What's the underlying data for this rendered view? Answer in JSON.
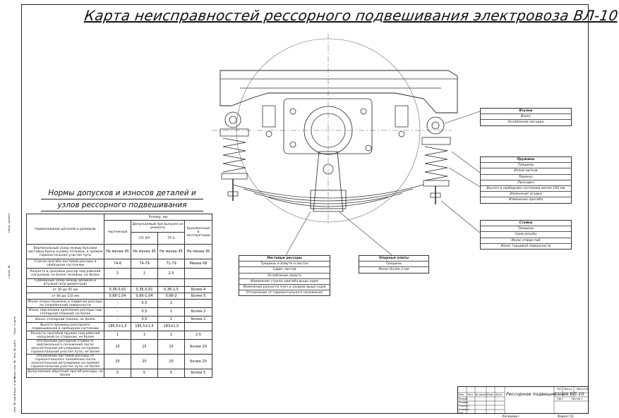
{
  "title": "Карта неисправностей рессорного подвешивания электровоза ВЛ-10",
  "norms_heading": [
    "Нормы допусков и износов деталей и",
    "узлов рессорного подвешивания"
  ],
  "table": {
    "col_name": "Наименование деталей и размеров",
    "col_size": "Размер, мм",
    "col_drawing": "чертежный",
    "col_allowed": "Допускаемый при выпуске из ремонта",
    "col_sr": "СР, КР",
    "col_tr3": "ТР-3",
    "col_rejected": "Браковочный в эксплуатации",
    "rows": [
      [
        "Вертикальный зазор между буксами чистовых буксы и рамы тележки, и прямом горизонтальном участке пути",
        "Не менее 45",
        "Не менее 45",
        "Не менее 45",
        "Не менее 45"
      ],
      [
        "Стрела прогиба листовой рессоры в свободном состоянии",
        "74-6",
        "74-79",
        "71-79",
        "Менее 68"
      ],
      [
        "Разность в прогибах рессор под рабочей нагрузкой, не более тележки, не более",
        "2",
        "2",
        "2,5",
        ""
      ],
      [
        "Суммарный зазор между валиком и втулкой (или диаметров)",
        "",
        "",
        "",
        ""
      ],
      [
        "от 30 до 45 мм",
        "0,36-0,91",
        "0,36-0,91",
        "0,36-1,5",
        "Более 4"
      ],
      [
        "от 46 до 110 мм",
        "0,66-1,04",
        "0,66-1,04",
        "0,66-2",
        "Более 5"
      ],
      [
        "Износ опоры пружины и подвески рессоры по сопряженной поверхности",
        "-",
        "0,5",
        "2",
        "-"
      ],
      [
        "Износ под валика крепления рессоры под стопорной планкой, не более",
        "-",
        "0,5",
        "1",
        "Более 2"
      ],
      [
        "Износ стопорной планки, не более",
        "-",
        "0,5",
        "1",
        "Более 2"
      ],
      [
        "Высота пружины рессорного подвешивания в свободном состоянии",
        "185,5±1,5",
        "185,5±1,5",
        "183±1,5",
        ""
      ],
      [
        "Разность прогибов пружин под рабочей нагрузкой по сторонам, не более",
        "1",
        "1",
        "1",
        "2,5"
      ],
      [
        "Отклонение рессорной стойки от вертикального положения после окончательной регулировки на прямом горизонтальном участке пути, не более",
        "15",
        "15",
        "15",
        "Более 20"
      ],
      [
        "Отклонение листовой рессоры от горизонтального положения после окончательной регулировки на прямом горизонтальном участке пути, не более",
        "20",
        "20",
        "20",
        "Более 20"
      ],
      [
        "Допускаемые обратный прогиб рессоры, не более",
        "5",
        "5",
        "5",
        "Более 5"
      ]
    ]
  },
  "callouts": {
    "bushings": {
      "title": "Втулки",
      "items": [
        "Износ",
        "Ослабление посадки"
      ]
    },
    "springs": {
      "title": "Пружины",
      "items": [
        "Трещины",
        "Излом витков",
        "Перекос",
        "Просадка",
        "Высота в свободном состоянии менее 192 мм",
        "Изменение осадки",
        "Изменение прогиба"
      ]
    },
    "hangers": {
      "title": "Стойки",
      "items": [
        "Трещины",
        "Срыв резьбы",
        "Износ отверстий",
        "Износ торцевой поверхности"
      ]
    },
    "leaf_springs": {
      "title": "Листовые рессоры",
      "items": [
        "Трещины в хомуте и листах",
        "Сдвиг листов",
        "Ослабление хомута",
        "Изменение стрелы прогиба выше норм",
        "Изменение разности плеч и зазоров выше норм",
        "Отклонение от горизонтального положения"
      ]
    },
    "supports": {
      "title": "Опорные плиты",
      "items": [
        "Трещины",
        "Износ более 2 мм"
      ]
    }
  },
  "stamp": {
    "drawing_title": "Рессорное подвешивание ВЛ-10",
    "col_lit": "Лит.",
    "col_mass": "Масса",
    "col_scale": "Масштаб",
    "sheet": "Лист",
    "sheets": "Листов",
    "sheets_count": "1",
    "rows": [
      "Изм.",
      "Лист",
      "№ докум.",
      "Подп.",
      "Дата"
    ],
    "roles": [
      "Разраб.",
      "Провер.",
      "Т.контр.",
      "Н.контр.",
      "Утв."
    ],
    "copied": "Копировал",
    "format": "Формат  А1"
  },
  "side_labels": [
    "Перв. примен.",
    "Справ. №",
    "Подп. и дата",
    "Инв. № дубл.",
    "Взам. инв. №",
    "Подп. и дата",
    "Инв. № подл."
  ],
  "colors": {
    "line": "#222222",
    "paper": "#ffffff"
  }
}
